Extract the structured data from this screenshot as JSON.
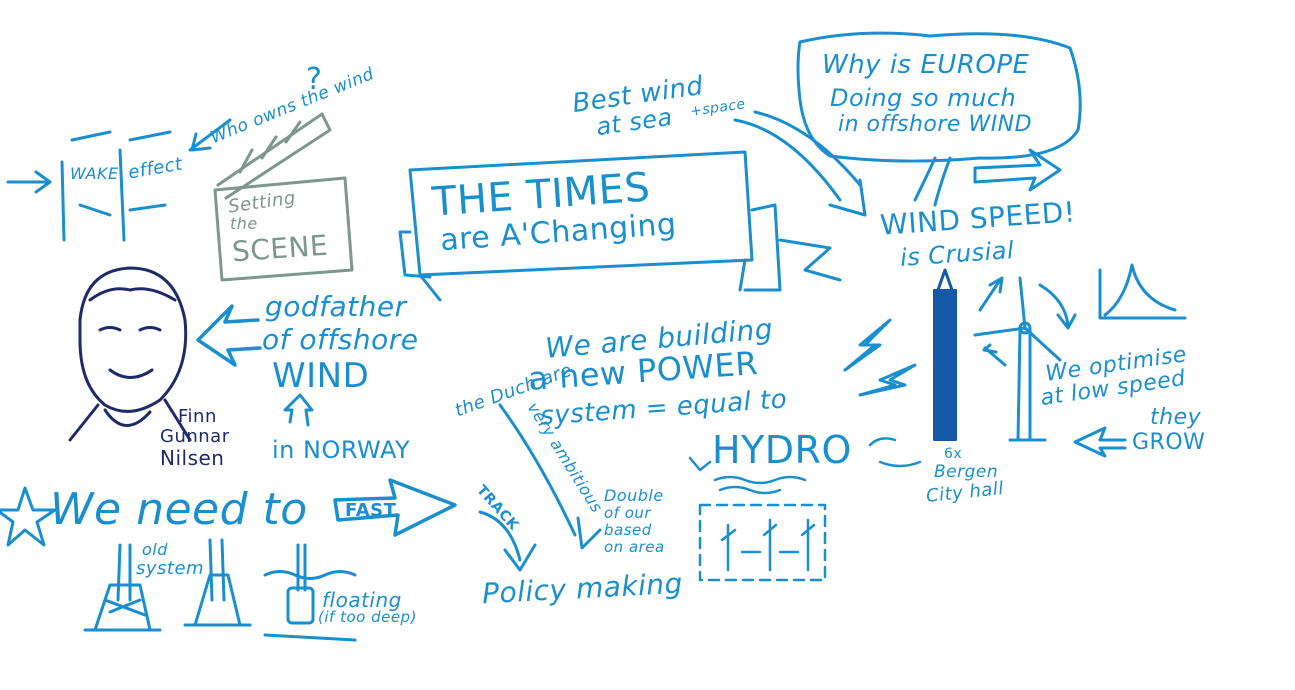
{
  "colors": {
    "ink": "#1a8fd0",
    "gray": "#7d9790",
    "navy": "#1f2a6b",
    "dark_blue": "#1558a6"
  },
  "texts": {
    "who_owns": "Who owns the wind",
    "question_mark": "?",
    "wake": "WAKE",
    "effect": "effect",
    "setting": "Setting",
    "the": "the",
    "scene": "SCENE",
    "times_1": "THE TIMES",
    "times_2": "are A'Changing",
    "best_wind_1": "Best wind",
    "best_wind_2": "at sea",
    "plus_space": "+space",
    "why_1": "Why is EUROPE",
    "why_2": "Doing so much",
    "why_3": "in offshore WIND",
    "wind_speed": "WIND SPEED!",
    "crucial": "is Crusial",
    "godfather_1": "godfather",
    "godfather_2": "of offshore",
    "godfather_3": "WIND",
    "in_norway": "in NORWAY",
    "finn_1": "Finn",
    "finn_2": "Gunnar",
    "finn_3": "Nilsen",
    "we_building": "We are building",
    "new_power": "a new POWER",
    "system": "system = equal to",
    "hydro": "HYDRO",
    "dutch": "the Duch are",
    "very_ambitious": "very ambitious",
    "double_1": "Double",
    "double_2": "of our",
    "double_3": "based",
    "double_4": "on area",
    "we_optimise_1": "We optimise",
    "we_optimise_2": "at low speed",
    "they_grow_1": "they",
    "they_grow_2": "GROW",
    "bergen_1": "6x",
    "bergen_2": "Bergen",
    "bergen_3": "City hall",
    "need_to": "We need to",
    "fast": "FAST",
    "track": "TRACK",
    "policy": "Policy making",
    "old_system_1": "old",
    "old_system_2": "system",
    "floating_1": "floating",
    "floating_2": "(if too deep)"
  }
}
